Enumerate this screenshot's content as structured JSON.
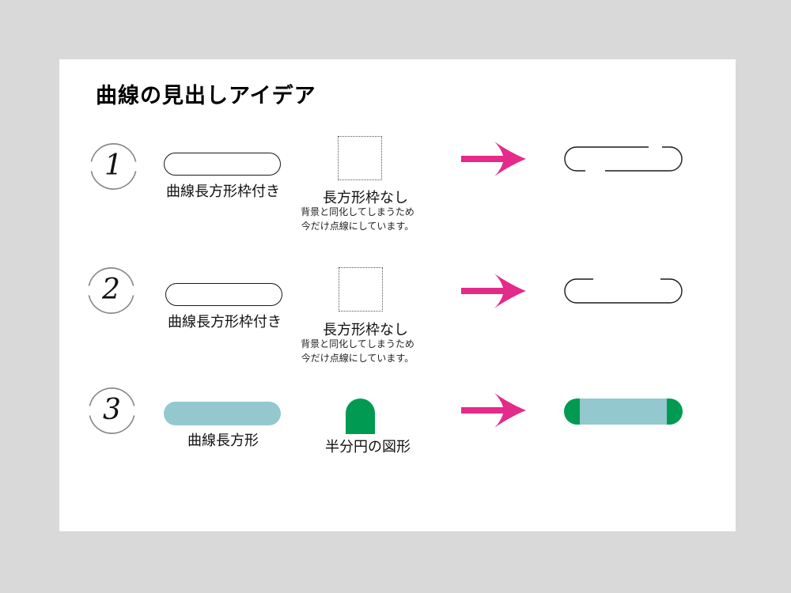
{
  "page": {
    "title": "曲線の見出しアイデア",
    "background": "#d9d9d9",
    "canvas_background": "#ffffff"
  },
  "colors": {
    "arrow_pink": "#e42a8a",
    "teal": "#93c8ce",
    "green": "#009b50",
    "circle_gray": "#8a8a8a",
    "outline_black": "#1a1a1a"
  },
  "rows": [
    {
      "number": "1",
      "shape1_label": "曲線長方形枠付き",
      "shape2_label": "長方形枠なし",
      "note_line1": "背景と同化してしまうため",
      "note_line2": "今だけ点線にしています。"
    },
    {
      "number": "2",
      "shape1_label": "曲線長方形枠付き",
      "shape2_label": "長方形枠なし",
      "note_line1": "背景と同化してしまうため",
      "note_line2": "今だけ点線にしています。"
    },
    {
      "number": "3",
      "shape1_label": "曲線長方形",
      "shape2_label": "半分円の図形"
    }
  ]
}
